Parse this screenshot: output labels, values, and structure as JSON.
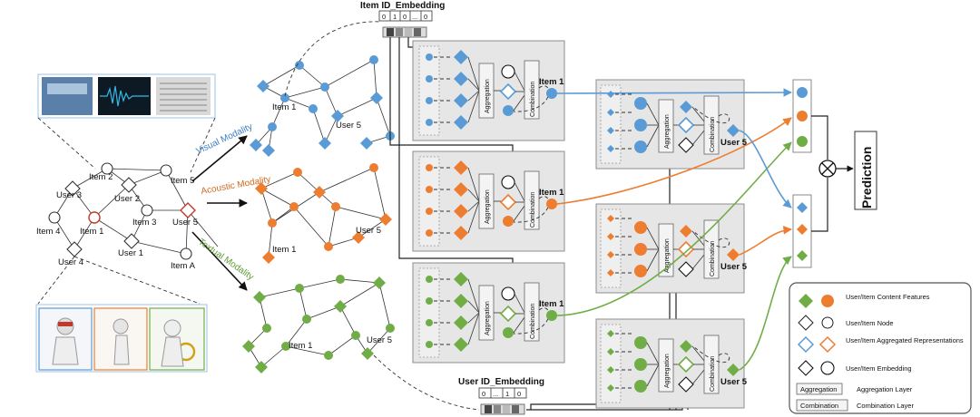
{
  "graph_labels": {
    "item_id_embedding": "Item ID_Embedding",
    "user_id_embedding": "User ID_Embedding",
    "item_vec": [
      "0",
      "1",
      "0",
      "...",
      "0"
    ],
    "user_vec": [
      "0",
      "...",
      "1",
      "0"
    ],
    "user1": "User 1",
    "user2": "User 2",
    "user3": "User 3",
    "user4": "User 4",
    "user5": "User 5",
    "item1": "Item 1",
    "item2": "Item 2",
    "item3": "Item 3",
    "item4": "Item 4",
    "item5": "Item 5",
    "itemA": "Item A"
  },
  "modalities": {
    "visual": "Visual Modality",
    "acoustic": "Acoustic Modality",
    "textual": "Textual Modality"
  },
  "layer_labels": {
    "aggregation": "Aggregation",
    "combination": "Combination",
    "prediction": "Prediction"
  },
  "legend": {
    "content": "User/Item Content Features",
    "node": "User/Item Node",
    "aggregated": "User/Item Aggregated Representations",
    "embedding": "User/Item Embedding",
    "aggregation_key": "Aggregation",
    "aggregation_desc": "Aggregation Layer",
    "combination_key": "Combination",
    "combination_desc": "Combination Layer"
  },
  "colors": {
    "visual": "#5b9bd5",
    "acoustic": "#ed7d31",
    "textual": "#70ad47",
    "panel": "#e6e6e6",
    "line": "#222222"
  }
}
